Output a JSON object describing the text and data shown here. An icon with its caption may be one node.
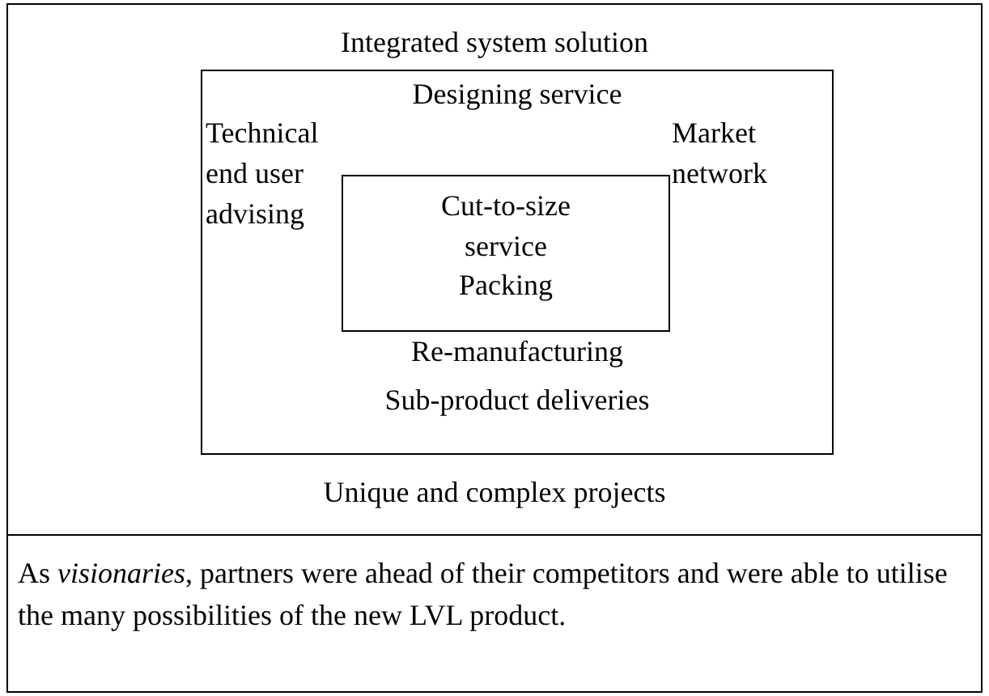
{
  "diagram": {
    "nodes": [
      {
        "text": [
          "Integrated system solution",
          "Unique and complex projects"
        ]
      },
      {
        "text": [
          "Designing service",
          "Technical end user advising",
          "Market network",
          "Re-manufacturing",
          "Sub-product deliveries"
        ],
        "in": 0
      },
      {
        "text": [
          "Cut-to-size service",
          "Packing"
        ],
        "in": 1
      },
      {
        "text": [
          "As *visionaries*, partners were ahead of their competitors and were able to utilise the many possibilities of the new LVL product."
        ]
      }
    ]
  }
}
